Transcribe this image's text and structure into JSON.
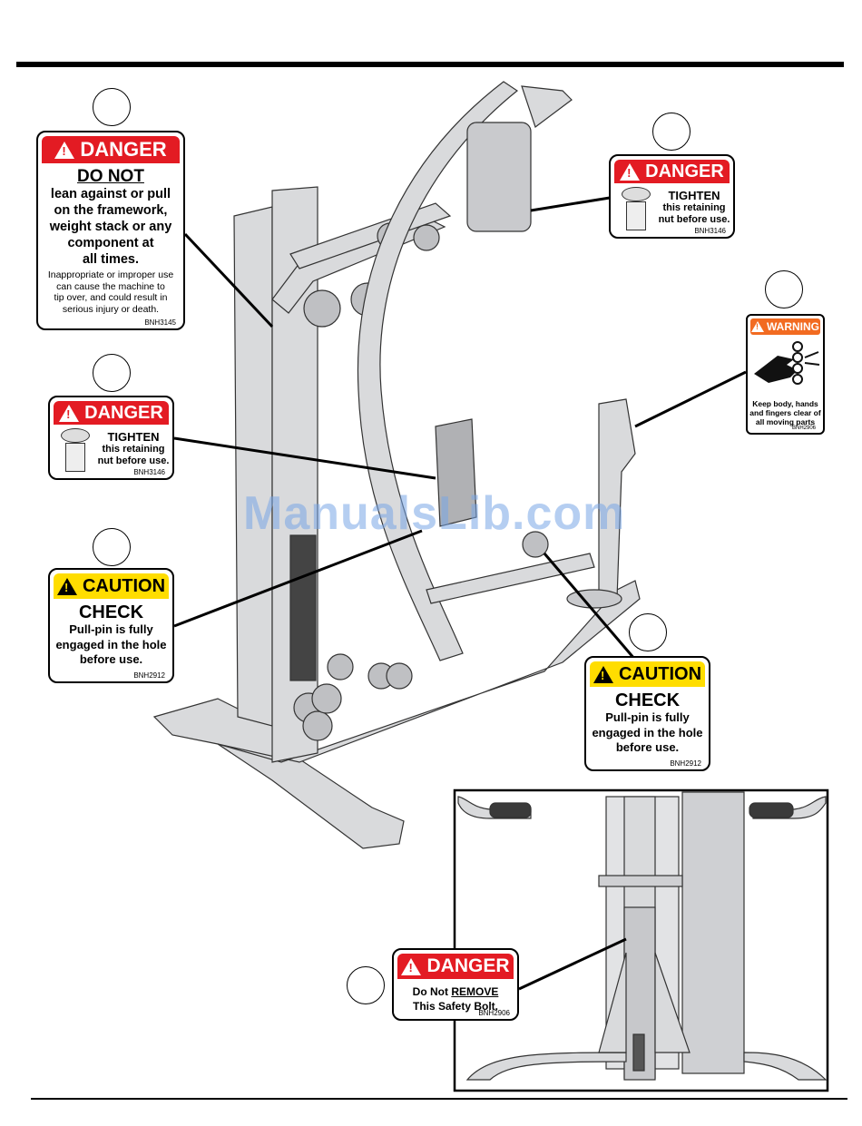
{
  "watermark": "ManualsLib.com",
  "labels": {
    "danger_framework": {
      "header": "DANGER",
      "heading": "DO NOT",
      "main": [
        "lean against or pull",
        "on the framework,",
        "weight stack or any",
        "component at",
        "all times."
      ],
      "sub": [
        "Inappropriate or improper use",
        "can cause the machine to",
        "tip over, and could result in",
        "serious injury or death."
      ],
      "code": "BNH3145"
    },
    "danger_tighten_top": {
      "header": "DANGER",
      "title": "TIGHTEN",
      "line1": "this retaining",
      "line2": "nut before use.",
      "code": "BNH3146"
    },
    "warning_moving_parts": {
      "header": "WARNING",
      "text": [
        "Keep body, hands",
        "and fingers clear of",
        "all moving parts"
      ],
      "code": "BNH2906"
    },
    "danger_tighten_left": {
      "header": "DANGER",
      "title": "TIGHTEN",
      "line1": "this retaining",
      "line2": "nut before use.",
      "code": "BNH3146"
    },
    "caution_left": {
      "header": "CAUTION",
      "title": "CHECK",
      "text": [
        "Pull-pin is fully",
        "engaged in the hole",
        "before use."
      ],
      "code": "BNH2912"
    },
    "caution_right": {
      "header": "CAUTION",
      "title": "CHECK",
      "text": [
        "Pull-pin is fully",
        "engaged in the hole",
        "before use."
      ],
      "code": "BNH2912"
    },
    "danger_bolt": {
      "header": "DANGER",
      "line1_prefix": "Do Not ",
      "line1_em": "REMOVE",
      "line2": "This Safety Bolt.",
      "code": "BNH2906"
    }
  },
  "colors": {
    "danger": "#e31b23",
    "caution": "#ffdd00",
    "warning": "#f26b21",
    "frame": "#d9dadc",
    "frame_dark": "#9a9b9e"
  }
}
